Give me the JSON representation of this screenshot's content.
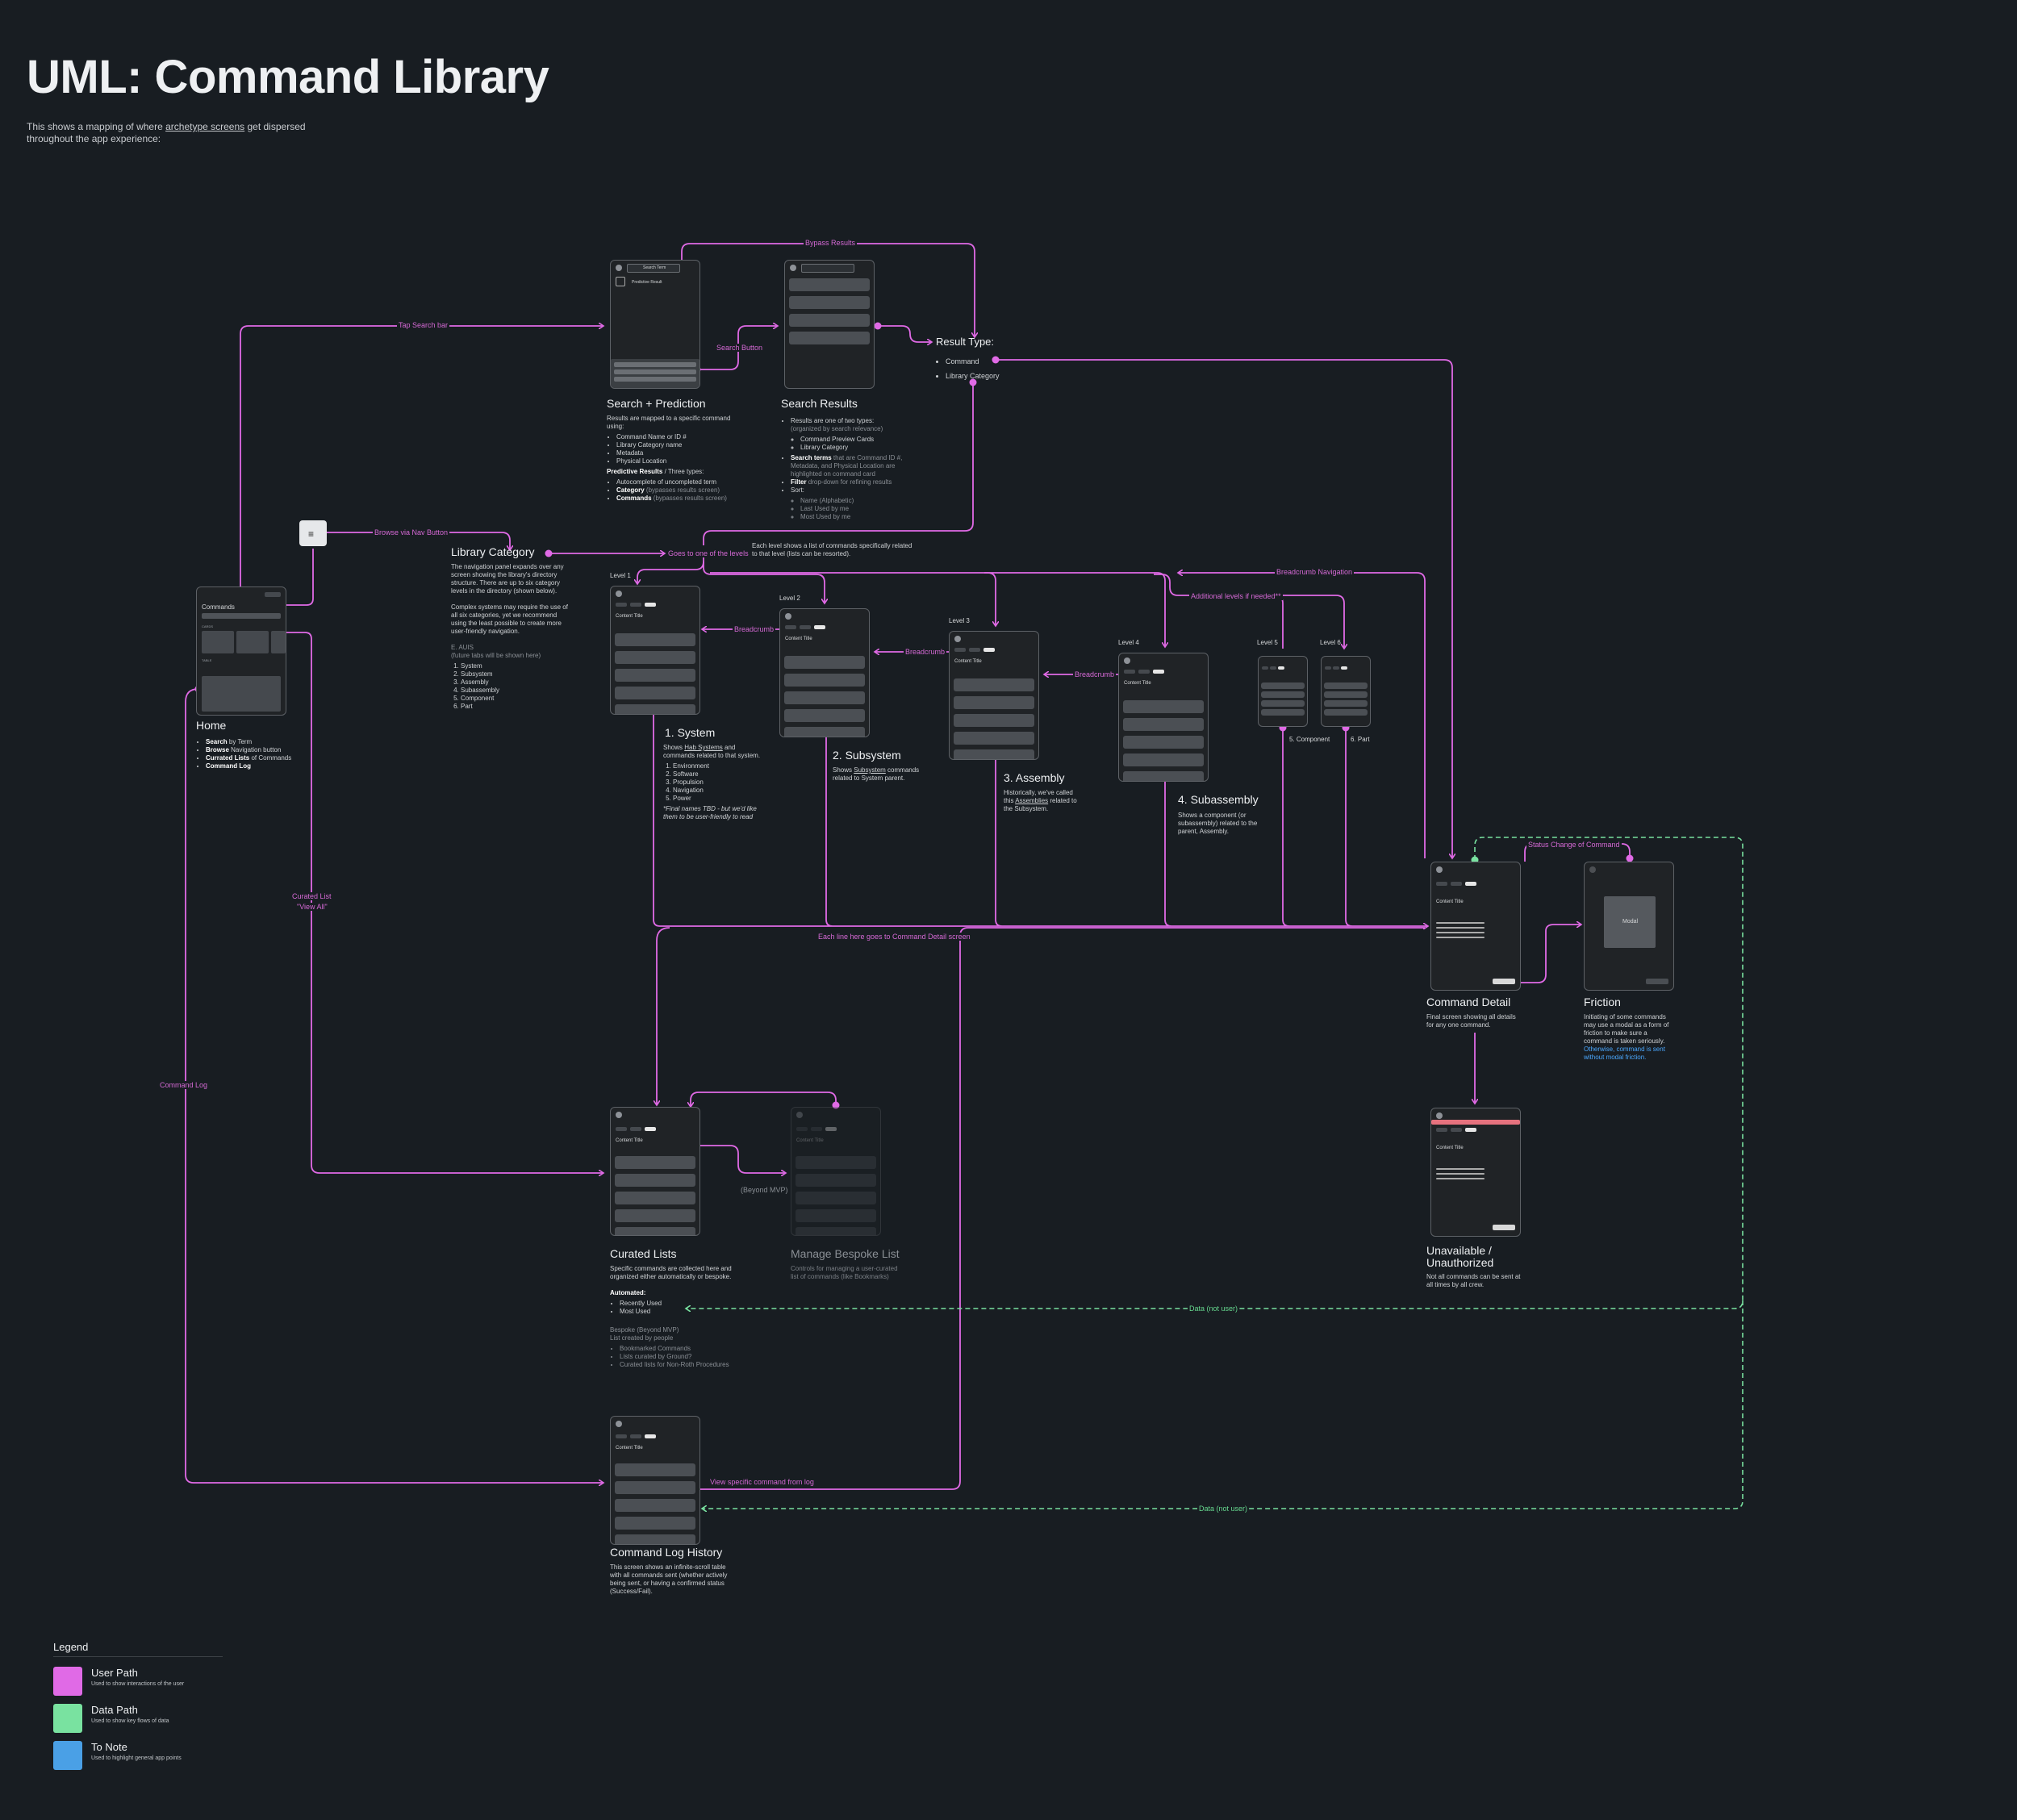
{
  "title": "UML: Command Library",
  "subtitle": {
    "pre": "This shows a mapping of where ",
    "link": "archetype screens",
    "post": " get dispersed throughout the app experience:"
  },
  "colors": {
    "background": "#181d22",
    "user_path": "#e06ae6",
    "data_path": "#79e2a0",
    "to_note": "#4aa0e6"
  },
  "connector_labels": {
    "tap_search_bar": "Tap Search bar",
    "bypass_results": "Bypass Results",
    "search_button": "Search Button",
    "browse_nav": "Browse via Nav Button",
    "goes_to_level": "Goes to one of the levels",
    "breadcrumb_nav": "Breadcrumb Navigation",
    "additional_levels": "Additional levels if needed**",
    "breadcrumb": "Breadcrumb",
    "each_line": "Each line here goes to Command Detail screen",
    "curated_view_all_1": "Curated List",
    "curated_view_all_2": "\"View All\"",
    "command_log": "Command Log",
    "status_change": "Status Change of Command",
    "data_not_user": "Data (not user)",
    "view_specific": "View specific command from log",
    "beyond_mvp": "(Beyond MVP)"
  },
  "level_note": "Each level shows a list of commands specifically related to that level (lists can be resorted).",
  "mockups": {
    "search_term": "Search Term",
    "predictive_result": "Predictive Result",
    "content_title": "Content Title",
    "commands": "Commands",
    "cards": "CARDS",
    "table": "TABLE",
    "modal": "Modal"
  },
  "result_type": {
    "title": "Result Type:",
    "items": [
      "Command",
      "Library Category"
    ]
  },
  "screens": {
    "home": {
      "title": "Home",
      "items": [
        {
          "bold": "Search",
          "rest": " by Term"
        },
        {
          "bold": "Browse",
          "rest": " Navigation button"
        },
        {
          "bold": "Currated Lists",
          "rest": " of Commands"
        },
        {
          "bold": "Command Log",
          "rest": ""
        }
      ]
    },
    "search_prediction": {
      "title": "Search + Prediction",
      "intro": "Results are mapped to a specific command using:",
      "items": [
        "Command Name or ID #",
        "Library Category name",
        "Metadata",
        "Physical Location"
      ],
      "pred_head": "Predictive Results",
      "pred_head_rest": " / Three types:",
      "pred_items": [
        {
          "bold": "",
          "rest": "Autocomplete of uncompleted term"
        },
        {
          "bold": "Category",
          "rest": " (bypasses results screen)"
        },
        {
          "bold": "Commands",
          "rest": " (bypasses results screen)"
        }
      ]
    },
    "search_results": {
      "title": "Search Results",
      "l1": "Results are one of two types:",
      "l1m": "(organized by search relevance)",
      "l1a": "Command Preview Cards",
      "l1b": "Library Category",
      "l2b": "Search terms",
      "l2": " that are Command ID #, Metadata, and Physical Location are highlighted on command card",
      "l3b": "Filter",
      "l3": " drop-down for refining results",
      "l4": "Sort:",
      "sorts": [
        "Name (Alphabetic)",
        "Last Used by me",
        "Most Used by me"
      ]
    },
    "library_category": {
      "title": "Library Category",
      "p1": "The navigation panel expands over any screen showing the library's directory structure. There are up to six category levels in the directory (shown below).",
      "p2": "Complex systems may require the use of all six categories, yet we recommend using the least possible to create more user-friendly navigation.",
      "ex1": "E. AUIS",
      "ex2": "(future tabs will be shown here)",
      "levels": [
        "System",
        "Subsystem",
        "Assembly",
        "Subassembly",
        "Component",
        "Part"
      ]
    },
    "system": {
      "level": "Level 1",
      "title": "1. System",
      "p1a": "Shows ",
      "p1u": "Hab Systems",
      "p1b": " and commands related to that system.",
      "items": [
        "Environment",
        "Software",
        "Propulsion",
        "Navigation",
        "Power"
      ],
      "note": "*Final names TBD - but we'd like them to be user-friendly to read"
    },
    "subsystem": {
      "level": "Level 2",
      "title": "2. Subsystem",
      "p1a": "Shows ",
      "p1u": "Subsystem",
      "p1b": " commands related to System parent."
    },
    "assembly": {
      "level": "Level 3",
      "title": "3. Assembly",
      "p1a": "Historically, we've called this ",
      "p1u": "Assemblies",
      "p1b": " related to the Subsystem."
    },
    "subassembly": {
      "level": "Level 4",
      "title": "4. Subassembly",
      "p1": "Shows a component (or subassembly) related to the parent, Assembly."
    },
    "component": {
      "level": "Level 5",
      "title": "5. Component"
    },
    "part": {
      "level": "Level 6",
      "title": "6. Part"
    },
    "command_detail": {
      "title": "Command Detail",
      "p1": "Final screen showing all details for any one command."
    },
    "friction": {
      "title": "Friction",
      "p1": "Initiating of some commands may use a modal as a form of friction to make sure a command is taken seriously.",
      "p2": "Otherwise, command is sent without modal friction."
    },
    "unavailable": {
      "title1": "Unavailable /",
      "title2": "Unauthorized",
      "p1": "Not all commands can be sent at all times by all crew."
    },
    "curated": {
      "title": "Curated Lists",
      "p1": "Specific commands are collected here and organized either automatically or bespoke.",
      "auto_head": "Automated:",
      "auto": [
        "Recently Used",
        "Most Used"
      ],
      "bespoke_head": "Bespoke",
      "bespoke_head_rest": " (Beyond MVP)",
      "bespoke_sub": "List created by people",
      "bespoke": [
        "Bookmarked Commands",
        "Lists curated by Ground?",
        "Curated lists for Non-Roth Procedures"
      ]
    },
    "manage": {
      "title": "Manage Bespoke List",
      "p1": "Controls for managing a user-curated list of commands (like Bookmarks)"
    },
    "command_log": {
      "title": "Command Log History",
      "p1": "This screen shows an infinite-scroll table with all commands sent (whether actively being sent, or having a confirmed status (Success/Fail)."
    }
  },
  "legend": {
    "title": "Legend",
    "items": [
      {
        "name": "User Path",
        "desc": "Used to show interactions of the user",
        "color": "#e06ae6"
      },
      {
        "name": "Data Path",
        "desc": "Used to show key flows of data",
        "color": "#79e2a0"
      },
      {
        "name": "To Note",
        "desc": "Used to highlight general app points",
        "color": "#4aa0e6"
      }
    ]
  }
}
